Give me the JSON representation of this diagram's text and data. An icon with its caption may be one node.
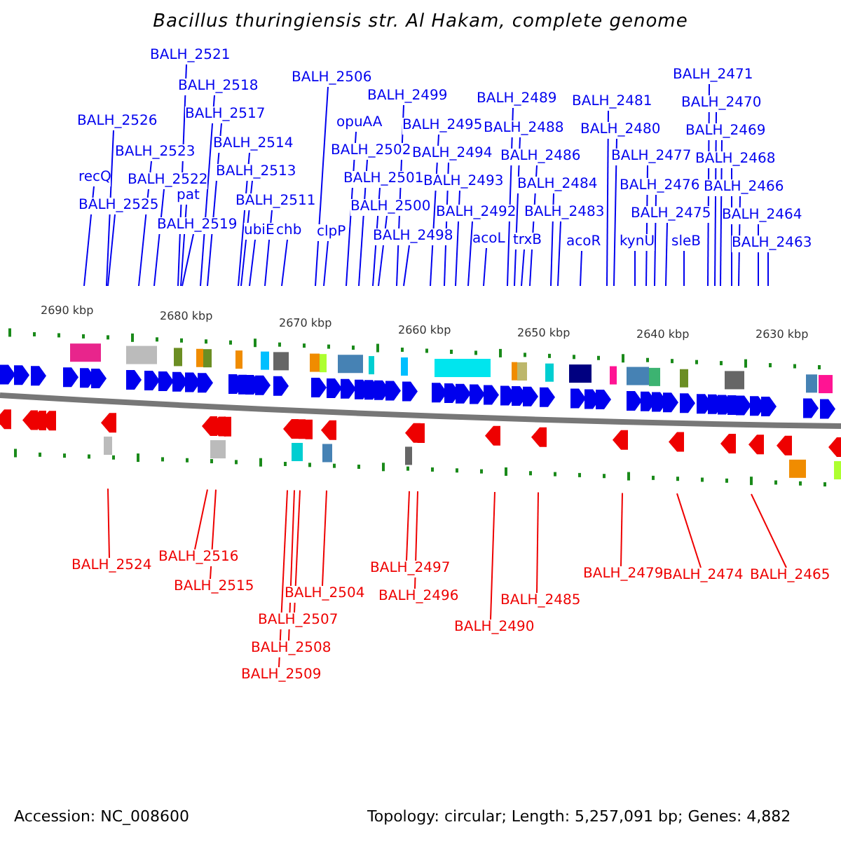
{
  "diagram": {
    "title": "Bacillus thuringiensis str. Al Hakam, complete genome",
    "nodes": [
      {
        "text": [
          "BALH_2521"
        ]
      },
      {
        "text": [
          "BALH_2506"
        ]
      },
      {
        "text": [
          "BALH_2471"
        ]
      },
      {
        "text": [
          "BALH_2518"
        ]
      },
      {
        "text": [
          "BALH_2499"
        ]
      },
      {
        "text": [
          "BALH_2489"
        ]
      },
      {
        "text": [
          "BALH_2481"
        ]
      },
      {
        "text": [
          "BALH_2470"
        ]
      },
      {
        "text": [
          "BALH_2517"
        ]
      },
      {
        "text": [
          "BALH_2526"
        ]
      },
      {
        "text": [
          "opuAA"
        ]
      },
      {
        "text": [
          "BALH_2495"
        ]
      },
      {
        "text": [
          "BALH_2488"
        ]
      },
      {
        "text": [
          "BALH_2480"
        ]
      },
      {
        "text": [
          "BALH_2469"
        ]
      },
      {
        "text": [
          "BALH_2514"
        ]
      },
      {
        "text": [
          "BALH_2523"
        ]
      },
      {
        "text": [
          "BALH_2502"
        ]
      },
      {
        "text": [
          "BALH_2494"
        ]
      },
      {
        "text": [
          "BALH_2486"
        ]
      },
      {
        "text": [
          "BALH_2477"
        ]
      },
      {
        "text": [
          "BALH_2468"
        ]
      },
      {
        "text": [
          "recQ"
        ]
      },
      {
        "text": [
          "BALH_2513"
        ]
      },
      {
        "text": [
          "BALH_2501"
        ]
      },
      {
        "text": [
          "BALH_2493"
        ]
      },
      {
        "text": [
          "BALH_2484"
        ]
      },
      {
        "text": [
          "BALH_2476"
        ]
      },
      {
        "text": [
          "BALH_2466"
        ]
      },
      {
        "text": [
          "BALH_2522"
        ]
      },
      {
        "text": [
          "pat"
        ]
      },
      {
        "text": [
          "BALH_2525"
        ]
      },
      {
        "text": [
          "BALH_2511"
        ]
      },
      {
        "text": [
          "BALH_2500"
        ]
      },
      {
        "text": [
          "BALH_2492"
        ]
      },
      {
        "text": [
          "BALH_2483"
        ]
      },
      {
        "text": [
          "BALH_2475"
        ]
      },
      {
        "text": [
          "BALH_2464"
        ]
      },
      {
        "text": [
          "BALH_2519"
        ]
      },
      {
        "text": [
          "ubiE"
        ]
      },
      {
        "text": [
          "chb"
        ]
      },
      {
        "text": [
          "clpP"
        ]
      },
      {
        "text": [
          "BALH_2498"
        ]
      },
      {
        "text": [
          "acoL"
        ]
      },
      {
        "text": [
          "trxB"
        ]
      },
      {
        "text": [
          "acoR"
        ]
      },
      {
        "text": [
          "kynU"
        ]
      },
      {
        "text": [
          "sleB"
        ]
      },
      {
        "text": [
          "BALH_2463"
        ]
      },
      {
        "text": [
          "BALH_2516"
        ]
      },
      {
        "text": [
          "BALH_2524"
        ]
      },
      {
        "text": [
          "BALH_2497"
        ]
      },
      {
        "text": [
          "BALH_2479"
        ]
      },
      {
        "text": [
          "BALH_2474"
        ]
      },
      {
        "text": [
          "BALH_2465"
        ]
      },
      {
        "text": [
          "BALH_2515"
        ]
      },
      {
        "text": [
          "BALH_2504"
        ]
      },
      {
        "text": [
          "BALH_2496"
        ]
      },
      {
        "text": [
          "BALH_2485"
        ]
      },
      {
        "text": [
          "BALH_2507"
        ]
      },
      {
        "text": [
          "BALH_2490"
        ]
      },
      {
        "text": [
          "BALH_2508"
        ]
      },
      {
        "text": [
          "BALH_2509"
        ]
      }
    ],
    "edges": [
      {
        "from": 0,
        "to": null,
        "arrow": "none"
      },
      {
        "from": 1,
        "to": null,
        "arrow": "none"
      },
      {
        "from": 2,
        "to": null,
        "arrow": "none"
      },
      {
        "from": 3,
        "to": null,
        "arrow": "none"
      },
      {
        "from": 4,
        "to": null,
        "arrow": "none"
      },
      {
        "from": 5,
        "to": null,
        "arrow": "none"
      },
      {
        "from": 6,
        "to": null,
        "arrow": "none"
      },
      {
        "from": 7,
        "to": null,
        "arrow": "none"
      },
      {
        "from": 8,
        "to": null,
        "arrow": "none"
      },
      {
        "from": 9,
        "to": null,
        "arrow": "none"
      },
      {
        "from": 10,
        "to": null,
        "arrow": "none"
      },
      {
        "from": 11,
        "to": null,
        "arrow": "none"
      },
      {
        "from": 12,
        "to": null,
        "arrow": "none"
      },
      {
        "from": 13,
        "to": null,
        "arrow": "none"
      },
      {
        "from": 14,
        "to": null,
        "arrow": "none"
      },
      {
        "from": 15,
        "to": null,
        "arrow": "none"
      },
      {
        "from": 16,
        "to": null,
        "arrow": "none"
      },
      {
        "from": 17,
        "to": null,
        "arrow": "none"
      },
      {
        "from": 18,
        "to": null,
        "arrow": "none"
      },
      {
        "from": 19,
        "to": null,
        "arrow": "none"
      },
      {
        "from": 20,
        "to": null,
        "arrow": "none"
      },
      {
        "from": 21,
        "to": null,
        "arrow": "none"
      },
      {
        "from": 22,
        "to": null,
        "arrow": "none"
      },
      {
        "from": 23,
        "to": null,
        "arrow": "none"
      },
      {
        "from": 24,
        "to": null,
        "arrow": "none"
      },
      {
        "from": 25,
        "to": null,
        "arrow": "none"
      },
      {
        "from": 26,
        "to": null,
        "arrow": "none"
      },
      {
        "from": 27,
        "to": null,
        "arrow": "none"
      },
      {
        "from": 28,
        "to": null,
        "arrow": "none"
      },
      {
        "from": 29,
        "to": null,
        "arrow": "none"
      },
      {
        "from": 30,
        "to": null,
        "arrow": "none"
      },
      {
        "from": 31,
        "to": null,
        "arrow": "none"
      },
      {
        "from": 32,
        "to": null,
        "arrow": "none"
      },
      {
        "from": 33,
        "to": null,
        "arrow": "none"
      },
      {
        "from": 34,
        "to": null,
        "arrow": "none"
      },
      {
        "from": 35,
        "to": null,
        "arrow": "none"
      },
      {
        "from": 36,
        "to": null,
        "arrow": "none"
      },
      {
        "from": 37,
        "to": null,
        "arrow": "none"
      },
      {
        "from": 38,
        "to": null,
        "arrow": "none"
      },
      {
        "from": 39,
        "to": null,
        "arrow": "none"
      },
      {
        "from": 40,
        "to": null,
        "arrow": "none"
      },
      {
        "from": 41,
        "to": null,
        "arrow": "none"
      },
      {
        "from": 42,
        "to": null,
        "arrow": "none"
      },
      {
        "from": 43,
        "to": null,
        "arrow": "none"
      },
      {
        "from": 44,
        "to": null,
        "arrow": "none"
      },
      {
        "from": 45,
        "to": null,
        "arrow": "none"
      },
      {
        "from": 46,
        "to": null,
        "arrow": "none"
      },
      {
        "from": 47,
        "to": null,
        "arrow": "none"
      },
      {
        "from": 48,
        "to": null,
        "arrow": "none"
      },
      {
        "from": 49,
        "to": null,
        "arrow": "none",
        "color": "#ee0000"
      },
      {
        "from": 50,
        "to": null,
        "arrow": "none",
        "color": "#ee0000"
      },
      {
        "from": 51,
        "to": null,
        "arrow": "none",
        "color": "#ee0000"
      },
      {
        "from": 52,
        "to": null,
        "arrow": "none",
        "color": "#ee0000"
      },
      {
        "from": 53,
        "to": null,
        "arrow": "none",
        "color": "#ee0000"
      },
      {
        "from": 54,
        "to": null,
        "arrow": "none",
        "color": "#ee0000"
      },
      {
        "from": 55,
        "to": null,
        "arrow": "none",
        "color": "#ee0000"
      },
      {
        "from": 56,
        "to": null,
        "arrow": "none",
        "color": "#ee0000"
      },
      {
        "from": 57,
        "to": null,
        "arrow": "none",
        "color": "#ee0000"
      },
      {
        "from": 58,
        "to": null,
        "arrow": "none",
        "color": "#ee0000"
      },
      {
        "from": 59,
        "to": null,
        "arrow": "none",
        "color": "#ee0000"
      },
      {
        "from": 60,
        "to": null,
        "arrow": "none",
        "color": "#ee0000"
      },
      {
        "from": 61,
        "to": null,
        "arrow": "none",
        "color": "#ee0000"
      },
      {
        "from": 62,
        "to": null,
        "arrow": "none",
        "color": "#ee0000"
      }
    ],
    "labels": [
      "2690 kbp",
      "2680 kbp",
      "2670 kbp",
      "2660 kbp",
      "2650 kbp",
      "2640 kbp",
      "2630 kbp",
      "Accession: NC_008600",
      "Topology: circular; Length: 5,257,091 bp; Genes: 4,882"
    ]
  }
}
